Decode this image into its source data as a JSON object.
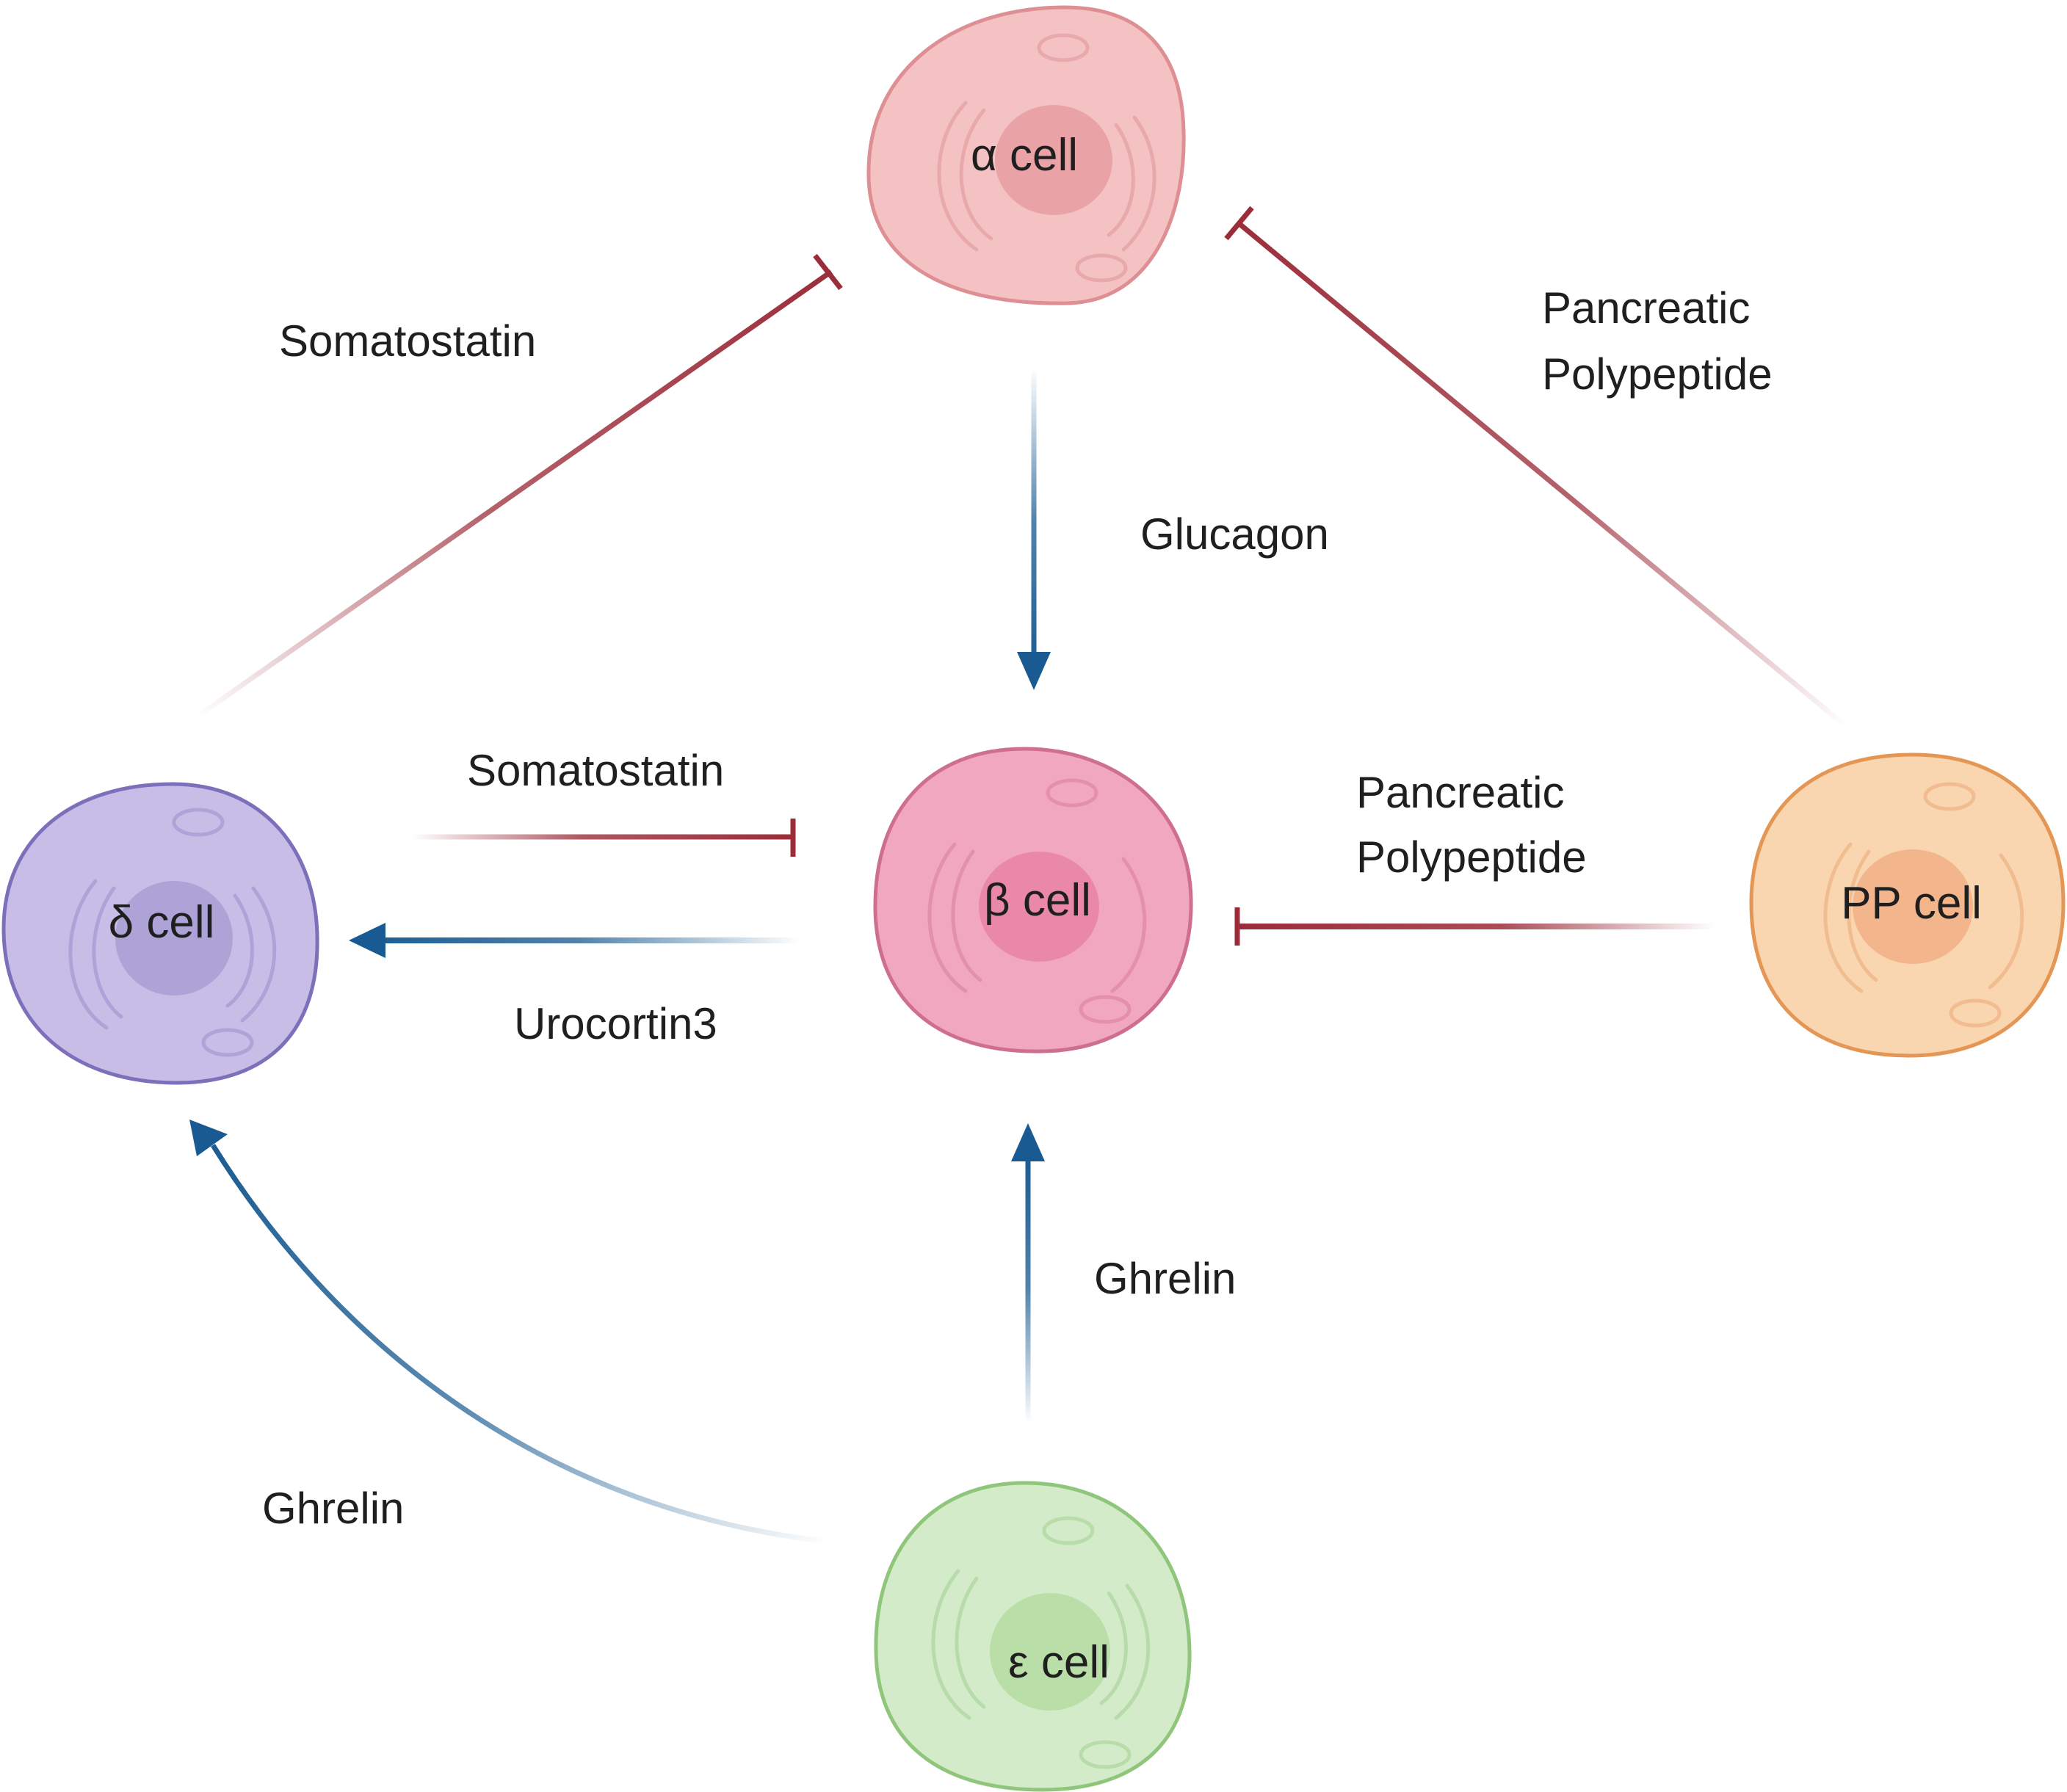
{
  "cells": {
    "alpha": {
      "label": "α cell",
      "fill": "#f5c2c3",
      "nucleus": "#e9a3a6",
      "stroke": "#de8f94"
    },
    "beta": {
      "label": "β cell",
      "fill": "#f2a7c0",
      "nucleus": "#ea88aa",
      "stroke": "#cf6f8e"
    },
    "delta": {
      "label": "δ cell",
      "fill": "#c7bde6",
      "nucleus": "#ada3d6",
      "stroke": "#7d70bb"
    },
    "pp": {
      "label": "PP cell",
      "fill": "#fad6b0",
      "nucleus": "#f3b58c",
      "stroke": "#e49654"
    },
    "epsilon": {
      "label": "ε cell",
      "fill": "#d3ebc9",
      "nucleus": "#b9dea7",
      "stroke": "#8fc67b"
    }
  },
  "interactions": [
    {
      "id": "somatostatin-delta-alpha",
      "label": "Somatostatin",
      "type": "inhibit"
    },
    {
      "id": "pp-pp-alpha",
      "label_lines": [
        "Pancreatic",
        "Polypeptide"
      ],
      "type": "inhibit"
    },
    {
      "id": "glucagon-alpha-beta",
      "label": "Glucagon",
      "type": "stimulate"
    },
    {
      "id": "somatostatin-delta-beta",
      "label": "Somatostatin",
      "type": "inhibit"
    },
    {
      "id": "pp-pp-beta",
      "label_lines": [
        "Pancreatic",
        "Polypeptide"
      ],
      "type": "inhibit"
    },
    {
      "id": "urocortin3-beta-delta",
      "label": "Urocortin3",
      "type": "stimulate"
    },
    {
      "id": "ghrelin-epsilon-beta",
      "label": "Ghrelin",
      "type": "stimulate"
    },
    {
      "id": "ghrelin-epsilon-delta",
      "label": "Ghrelin",
      "type": "stimulate"
    }
  ],
  "colors": {
    "inhibit": "#9b2d3a",
    "stimulate": "#185a91",
    "text": "#1f1f1f"
  }
}
